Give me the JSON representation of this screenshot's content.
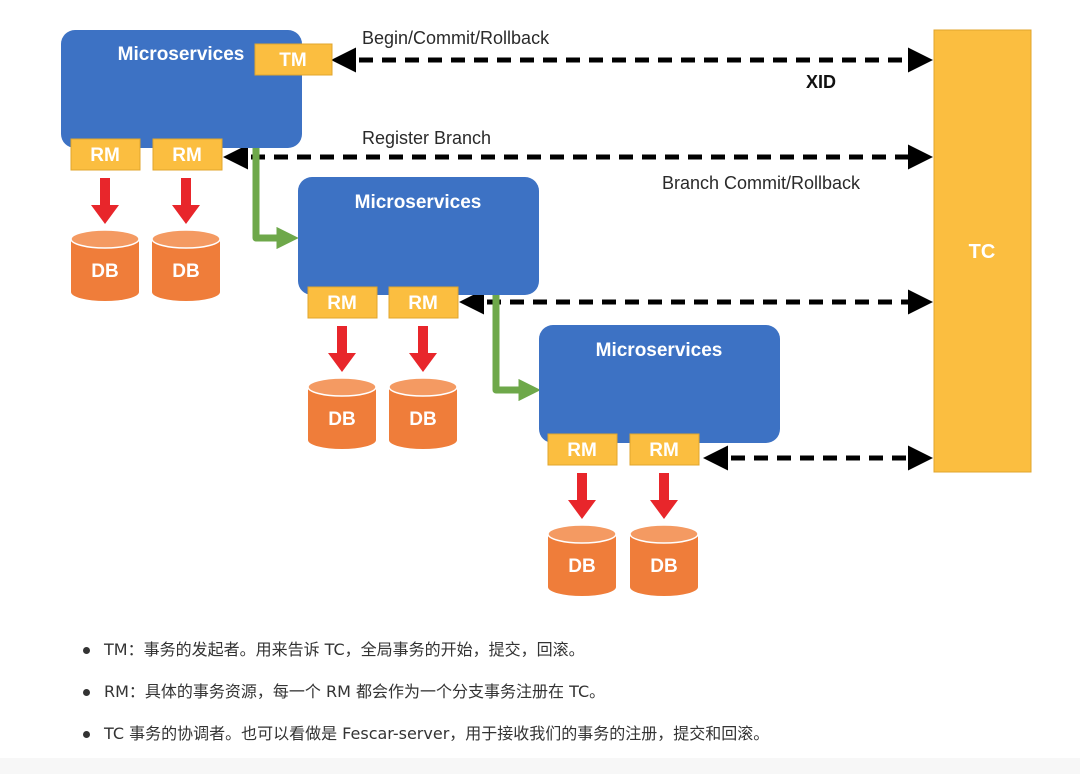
{
  "diagram": {
    "microservice_label": "Microservices",
    "tm_label": "TM",
    "rm_label": "RM",
    "db_label": "DB",
    "tc_label": "TC",
    "edge_labels": {
      "begin_commit_rollback": "Begin/Commit/Rollback",
      "xid": "XID",
      "register_branch": "Register Branch",
      "branch_commit_rollback": "Branch Commit/Rollback"
    },
    "colors": {
      "microservice_fill": "#3d72c4",
      "tm_rm_fill": "#fbbe40",
      "tc_fill": "#fbbe40",
      "db_fill": "#ef7d3a",
      "red_arrow": "#e8262b",
      "green_arrow": "#6ea84a",
      "dashed_arrow": "#000000"
    }
  },
  "notes": [
    "TM：事务的发起者。用来告诉 TC，全局事务的开始，提交，回滚。",
    "RM：具体的事务资源，每一个 RM 都会作为一个分支事务注册在 TC。",
    "TC 事务的协调者。也可以看做是 Fescar-server，用于接收我们的事务的注册，提交和回滚。"
  ]
}
